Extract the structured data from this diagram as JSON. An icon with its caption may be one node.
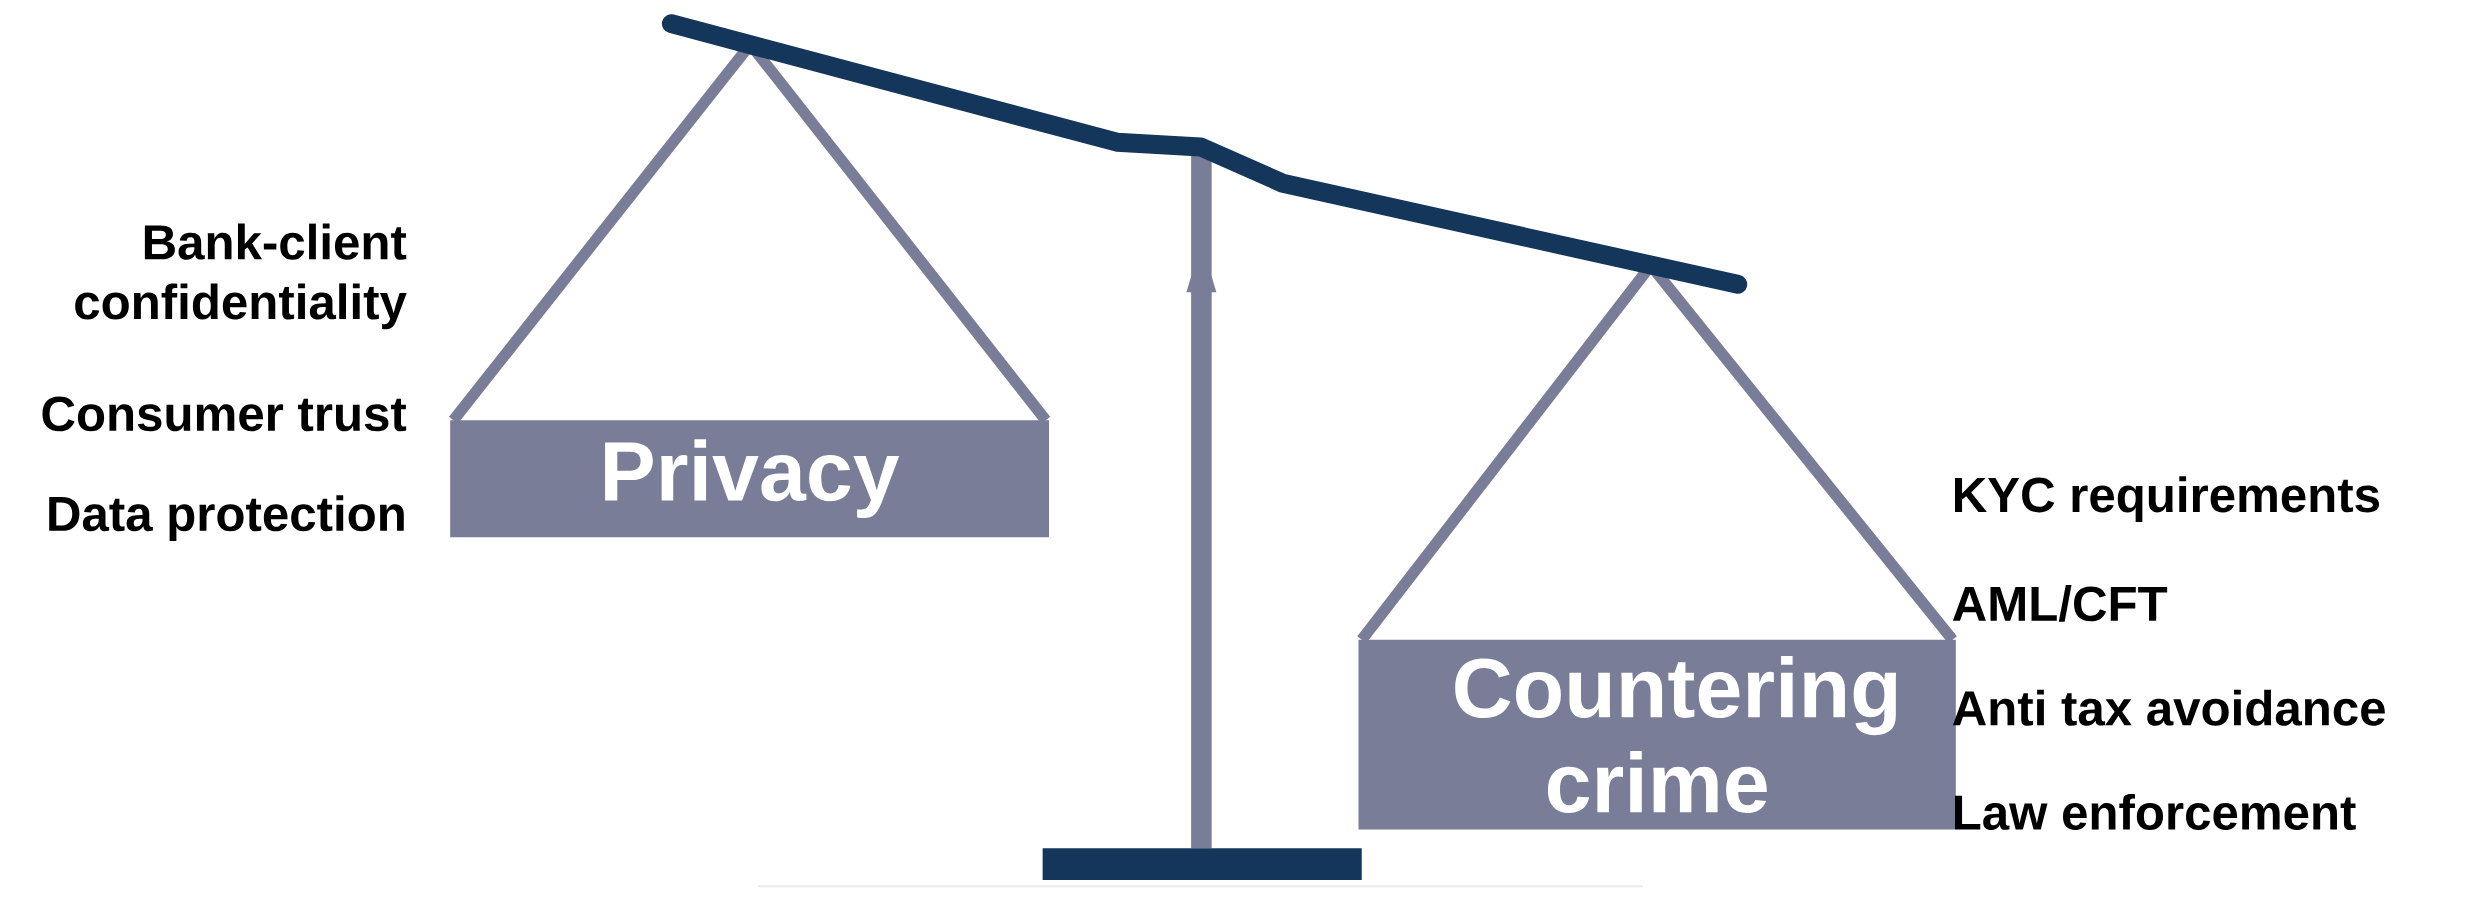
{
  "diagram": {
    "nodes": [
      {
        "text": [
          "Privacy"
        ]
      },
      {
        "text": [
          "Countering crime"
        ]
      }
    ],
    "edges": [],
    "labels": [
      "Bank-client confidentiality",
      "Consumer trust",
      "Data protection",
      "KYC requirements",
      "AML/CFT",
      "Anti tax avoidance",
      "Law enforcement"
    ]
  }
}
